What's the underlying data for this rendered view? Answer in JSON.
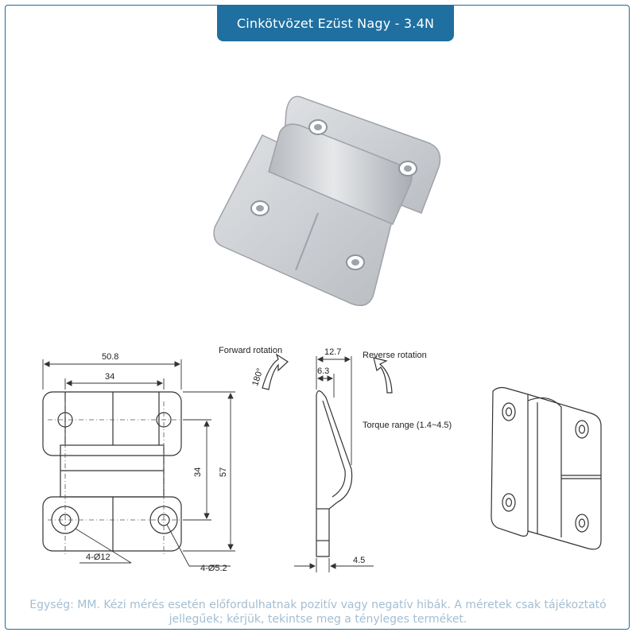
{
  "title": "Cinkötvözet Ezüst Nagy - 3.4N",
  "drawing": {
    "overall_width": "50.8",
    "hole_spacing_x": "34",
    "hole_spacing_y": "34",
    "overall_height": "57",
    "hole_large": "4-Ø12",
    "hole_small": "4-Ø5.2",
    "thickness": "12.7",
    "offset": "6.3",
    "base": "4.5",
    "forward_rotation": "Forward rotation",
    "reverse_rotation": "Reverse rotation",
    "angle": "180°",
    "torque_range": "Torque range  (1.4~4.5)"
  },
  "disclaimer": "Egység: MM. Kézi mérés esetén előfordulhatnak pozitív vagy negatív hibák. A méretek csak tájékoztató jellegűek; kérjük, tekintse meg a tényleges terméket.",
  "colors": {
    "accent": "#1f6fa0",
    "disclaimer": "#a3bed3",
    "metal": "#c9ccd0"
  }
}
